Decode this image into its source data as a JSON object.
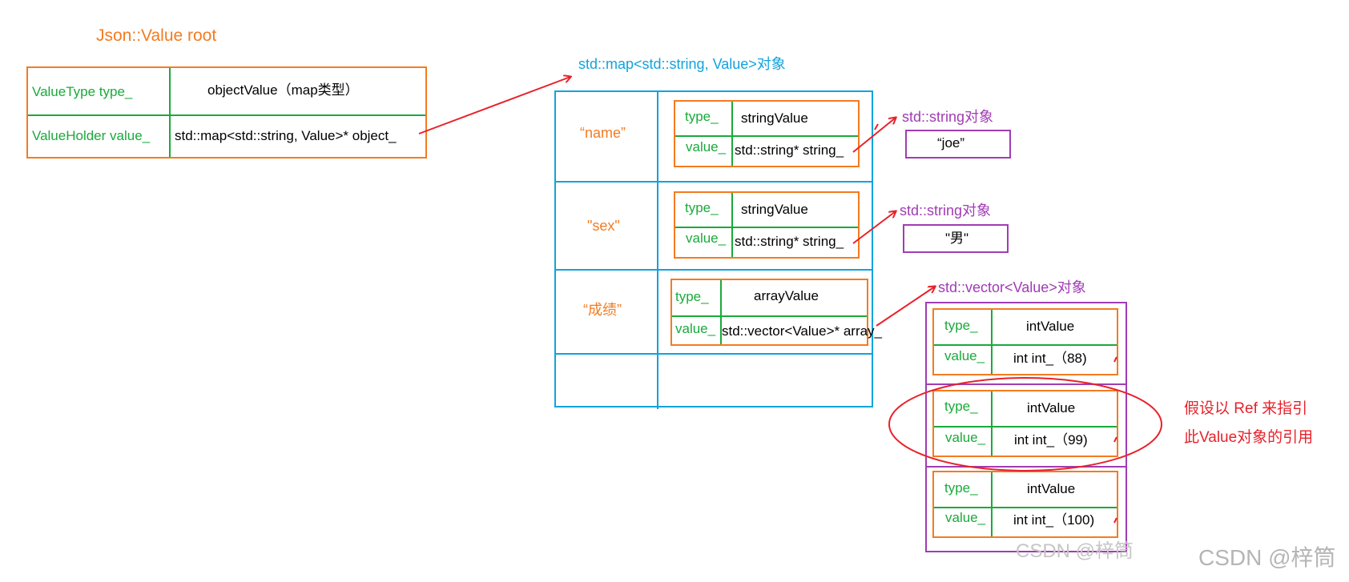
{
  "root": {
    "title": "Json::Value  root",
    "rows": [
      {
        "key": "ValueType type_",
        "val": "objectValue（map类型）"
      },
      {
        "key": "ValueHolder value_",
        "val": "std::map<std::string, Value>* object_"
      }
    ]
  },
  "map": {
    "title": "std::map<std::string, Value>对象",
    "entries": [
      {
        "key": "“name”",
        "type_label": "type_",
        "type_val": "stringValue",
        "value_label": "value_",
        "value_val": "std::string* string_"
      },
      {
        "key": "\"sex\"",
        "type_label": "type_",
        "type_val": "stringValue",
        "value_label": "value_",
        "value_val": "std::string* string_"
      },
      {
        "key": "“成绩”",
        "type_label": "type_",
        "type_val": "arrayValue",
        "value_label": "value_",
        "value_val": "std::vector<Value>* array_"
      }
    ]
  },
  "strings": [
    {
      "title": "std::string对象",
      "value": "“joe”"
    },
    {
      "title": "std::string对象",
      "value": "\"男\""
    }
  ],
  "vector": {
    "title": "std::vector<Value>对象",
    "items": [
      {
        "type_label": "type_",
        "type_val": "intValue",
        "value_label": "value_",
        "value_val": "int int_（88)"
      },
      {
        "type_label": "type_",
        "type_val": "intValue",
        "value_label": "value_",
        "value_val": "int int_（99)"
      },
      {
        "type_label": "type_",
        "type_val": "intValue",
        "value_label": "value_",
        "value_val": "int int_（100)"
      }
    ]
  },
  "note": {
    "line1": "假设以 Ref 来指引",
    "line2": "此Value对象的引用"
  },
  "watermarks": {
    "inner": "CSDN @梓筒",
    "corner": "CSDN @梓筒"
  },
  "colors": {
    "orange": "#f47b20",
    "green": "#1aaa3a",
    "blue": "#12a3dc",
    "purple": "#a03cb4",
    "red": "#e8212a"
  }
}
